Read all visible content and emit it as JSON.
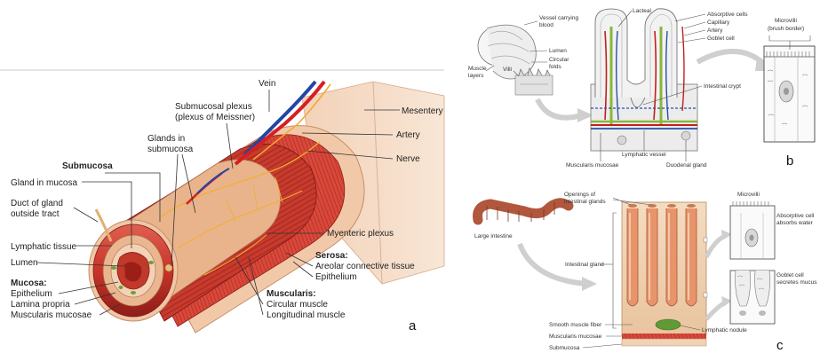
{
  "panel_a": {
    "tag": "a",
    "labels": {
      "vein": "Vein",
      "submucosal_plexus_1": "Submucosal plexus",
      "submucosal_plexus_2": "(plexus of Meissner)",
      "mesentery": "Mesentery",
      "artery": "Artery",
      "nerve": "Nerve",
      "glands_submucosa_1": "Glands in",
      "glands_submucosa_2": "submucosa",
      "submucosa": "Submucosa",
      "gland_in_mucosa": "Gland in mucosa",
      "duct_1": "Duct of gland",
      "duct_2": "outside tract",
      "lymphatic_tissue": "Lymphatic tissue",
      "lumen": "Lumen",
      "mucosa": "Mucosa:",
      "epithelium": "Epithelium",
      "lamina_propria": "Lamina propria",
      "muscularis_mucosae": "Muscularis mucosae",
      "myenteric_plexus": "Myenteric plexus",
      "serosa": "Serosa:",
      "areolar": "Areolar connective tissue",
      "serosa_epithelium": "Epithelium",
      "muscularis": "Muscularis:",
      "circular_muscle": "Circular muscle",
      "longitudinal_muscle": "Longitudinal muscle"
    }
  },
  "panel_b": {
    "tag": "b",
    "labels": {
      "vessel_1": "Vessel carrying",
      "vessel_2": "blood",
      "lumen": "Lumen",
      "circular_1": "Circular",
      "circular_2": "folds",
      "muscle_1": "Muscle",
      "muscle_2": "layers",
      "villi": "Villi",
      "lacteal": "Lacteal",
      "absorptive_cells": "Absorptive cells",
      "capillary": "Capillary",
      "artery": "Artery",
      "goblet_cell": "Goblet cell",
      "microvilli_1": "Microvilli",
      "microvilli_2": "(brush border)",
      "intestinal_crypt": "Intestinal crypt",
      "lymphatic_vessel": "Lymphatic vessel",
      "muscularis_mucosae": "Muscularis mucosae",
      "duodenal_gland": "Duodenal gland"
    }
  },
  "panel_c": {
    "tag": "c",
    "labels": {
      "openings_1": "Openings of",
      "openings_2": "intestinal glands",
      "microvilli": "Microvilli",
      "large_intestine": "Large intestine",
      "absorptive_1": "Absorptive cell",
      "absorptive_2": "absorbs water",
      "intestinal_gland": "Intestinal gland",
      "goblet_1": "Goblet cell",
      "goblet_2": "secretes mucus",
      "smooth_muscle": "Smooth muscle fiber",
      "lymphatic_nodule": "Lymphatic nodule",
      "muscularis_mucosae": "Muscularis mucosae",
      "submucosa": "Submucosa"
    }
  }
}
